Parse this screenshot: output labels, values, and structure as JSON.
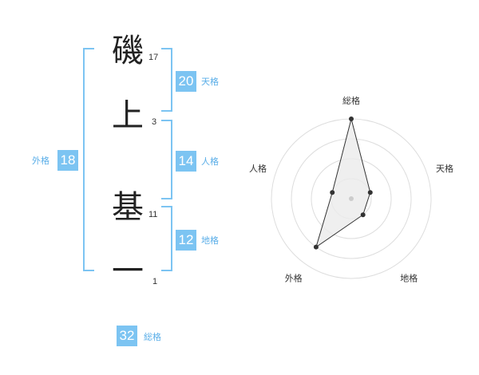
{
  "name": {
    "chars": [
      {
        "char": "磯",
        "strokes": "17"
      },
      {
        "char": "上",
        "strokes": "3"
      },
      {
        "char": "基",
        "strokes": "11"
      },
      {
        "char": "一",
        "strokes": "1"
      }
    ]
  },
  "kaku": {
    "tenkaku": {
      "value": "20",
      "label": "天格"
    },
    "jinkaku": {
      "value": "14",
      "label": "人格"
    },
    "chikaku": {
      "value": "12",
      "label": "地格"
    },
    "gaikaku": {
      "value": "18",
      "label": "外格"
    },
    "soukaku": {
      "value": "32",
      "label": "総格"
    }
  },
  "colors": {
    "accent": "#7cc4f2",
    "accent_text": "#5aaee8"
  },
  "chart_data": {
    "type": "radar",
    "axes": [
      "総格",
      "天格",
      "地格",
      "外格",
      "人格"
    ],
    "values": [
      4,
      1,
      1,
      3,
      1
    ],
    "rmax": 4,
    "rings": 4
  }
}
